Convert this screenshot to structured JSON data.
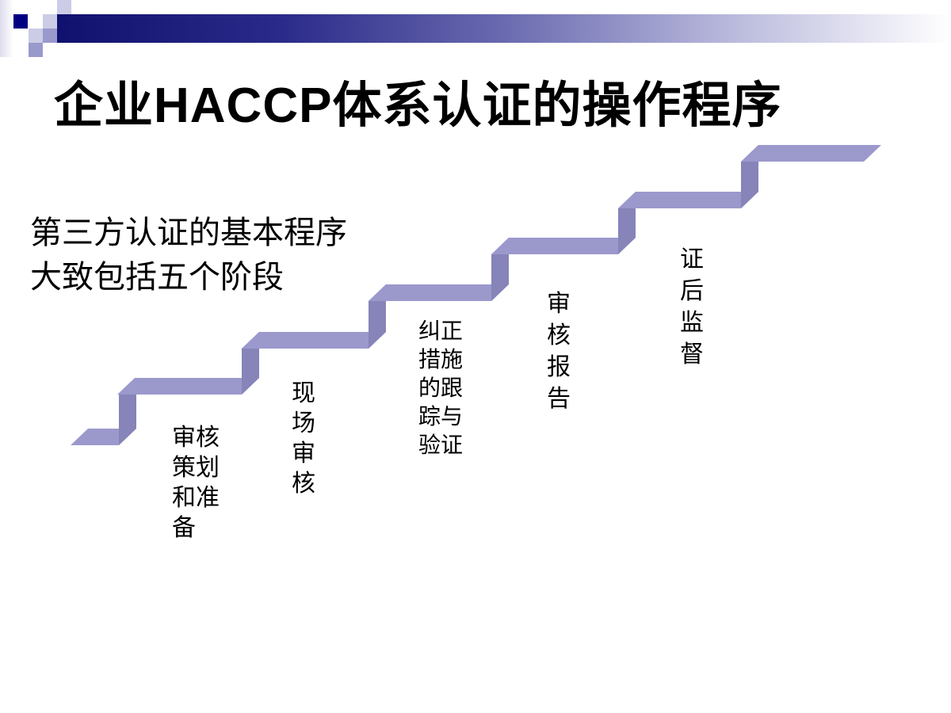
{
  "slide": {
    "title": "企业HACCP体系认证的操作程序",
    "subtitle_lines": [
      "第三方认证的基本程序",
      "大致包括五个阶段"
    ],
    "stages": [
      "审核策划和准备",
      "现场审核",
      "纠正措施的跟踪与验证",
      "审核报告",
      "证后监督"
    ]
  },
  "colors": {
    "banner_dark": "#10106e",
    "tread": "#9b99cc",
    "riser": "#8684b8"
  }
}
